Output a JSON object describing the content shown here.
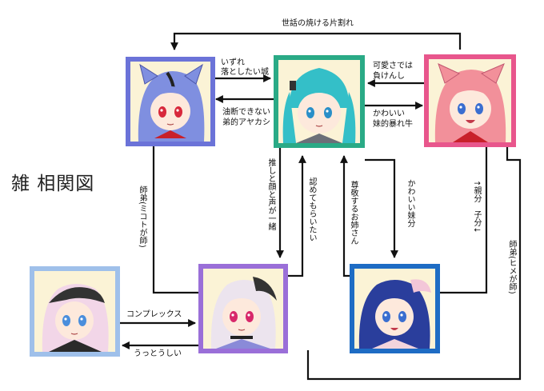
{
  "title": "雑 相関図",
  "colors": {
    "miku": "#2aaa86",
    "ia": "#6b73d8",
    "pink": "#e8568c",
    "una": "#9a6fd8",
    "blue": "#1e6cc4",
    "lblue": "#9fc0ea",
    "line": "#111111",
    "skin": "#fbf3d6"
  },
  "labels": {
    "top": "世話の焼ける片割れ",
    "ia_to_miku_1": "いずれ",
    "ia_to_miku_2": "落としたい城",
    "miku_to_ia_1": "油断できない",
    "miku_to_ia_2": "弟的アヤカシ",
    "pink_to_miku_1": "可愛さでは",
    "pink_to_miku_2": "負けんし",
    "miku_to_pink_1": "かわいい",
    "miku_to_pink_2": "妹的暴れ牛",
    "left_vertical": "師弟(ミコトが師)",
    "oshi": "推しと顔と声が一緒",
    "mitome": "認めてもらいたい",
    "sonkei": "尊敬するお姉さん",
    "kawaii_imouto": "かわいい妹分",
    "oyabun": "↑親分　子分↓",
    "right_vertical": "師弟(ヒメが師)",
    "complex": "コンプレックス",
    "uttou": "うっとうしい"
  }
}
